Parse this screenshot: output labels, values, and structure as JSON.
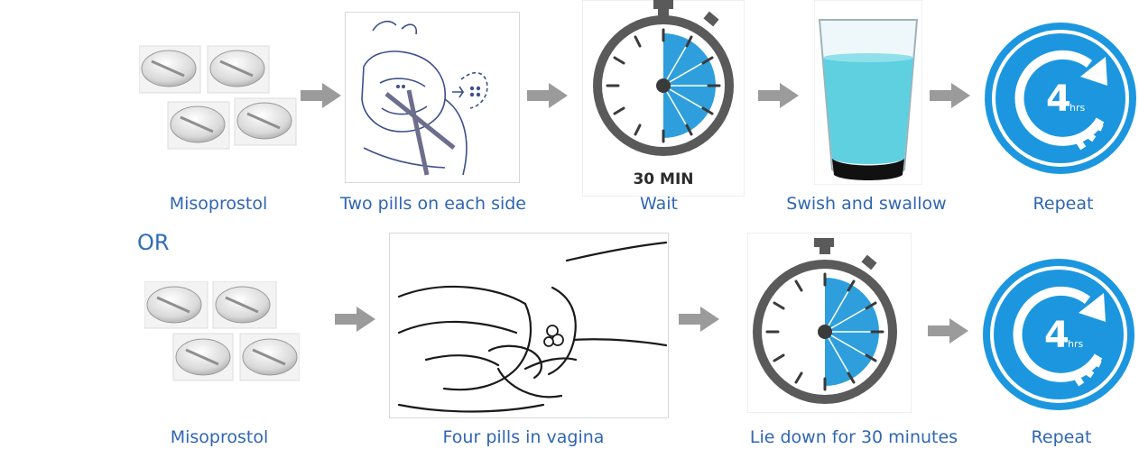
{
  "row1": {
    "steps": [
      {
        "caption": "Misoprostol",
        "icon": "pills-icon"
      },
      {
        "caption": "Two pills on each side",
        "icon": "mouth-cheek-icon"
      },
      {
        "caption": "Wait",
        "icon": "stopwatch-icon",
        "timer_label": "30 MIN"
      },
      {
        "caption": "Swish and swallow",
        "icon": "glass-of-water-icon"
      },
      {
        "caption": "Repeat",
        "icon": "repeat-4hrs-icon",
        "repeat_number": "4",
        "repeat_unit": "hrs"
      }
    ]
  },
  "or_label": "OR",
  "row2": {
    "steps": [
      {
        "caption": "Misoprostol",
        "icon": "pills-icon"
      },
      {
        "caption": "Four pills in vagina",
        "icon": "vaginal-insertion-icon"
      },
      {
        "caption": "Lie down for 30 minutes",
        "icon": "stopwatch-icon"
      },
      {
        "caption": "Repeat",
        "icon": "repeat-4hrs-icon",
        "repeat_number": "4",
        "repeat_unit": "hrs"
      }
    ]
  },
  "colors": {
    "caption": "#2f66b3",
    "timer_blue": "#2e9fdc",
    "repeat_blue": "#1c97df",
    "arrow_gray": "#9b9b9b",
    "water": "#5fd0e0"
  }
}
